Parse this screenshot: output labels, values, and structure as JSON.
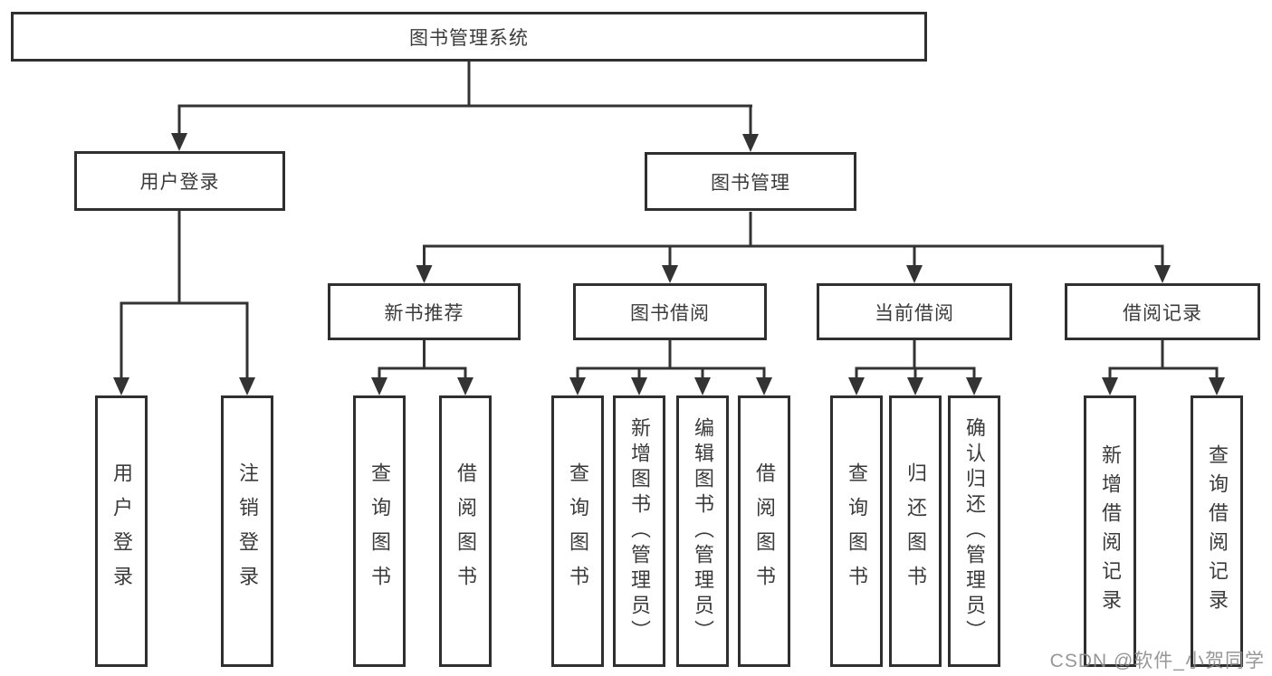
{
  "diagram": {
    "root": {
      "label": "图书管理系统"
    },
    "level2": [
      {
        "label": "用户登录"
      },
      {
        "label": "图书管理"
      }
    ],
    "level3": [
      {
        "label": "新书推荐",
        "parent": "图书管理"
      },
      {
        "label": "图书借阅",
        "parent": "图书管理"
      },
      {
        "label": "当前借阅",
        "parent": "图书管理"
      },
      {
        "label": "借阅记录",
        "parent": "图书管理"
      }
    ],
    "leaves": [
      {
        "label": "用户登录",
        "parent": "用户登录"
      },
      {
        "label": "注销登录",
        "parent": "用户登录"
      },
      {
        "label": "查询图书",
        "parent": "新书推荐"
      },
      {
        "label": "借阅图书",
        "parent": "新书推荐"
      },
      {
        "label": "查询图书",
        "parent": "图书借阅"
      },
      {
        "label": "新增图书（管理员）",
        "parent": "图书借阅"
      },
      {
        "label": "编辑图书（管理员）",
        "parent": "图书借阅"
      },
      {
        "label": "借阅图书",
        "parent": "图书借阅"
      },
      {
        "label": "查询图书",
        "parent": "当前借阅"
      },
      {
        "label": "归还图书",
        "parent": "当前借阅"
      },
      {
        "label": "确认归还（管理员）",
        "parent": "当前借阅"
      },
      {
        "label": "新增借阅记录",
        "parent": "借阅记录"
      },
      {
        "label": "查询借阅记录",
        "parent": "借阅记录"
      }
    ],
    "line_color": "#333333",
    "watermark": "CSDN @软件_小贺同学"
  }
}
